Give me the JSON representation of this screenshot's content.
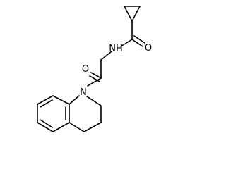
{
  "molecule": {
    "atom_labels": {
      "carbonyl_oxygen_amide": "O",
      "amide_nitrogen": "NH",
      "ketone_oxygen": "O",
      "ring_nitrogen": "N"
    }
  }
}
